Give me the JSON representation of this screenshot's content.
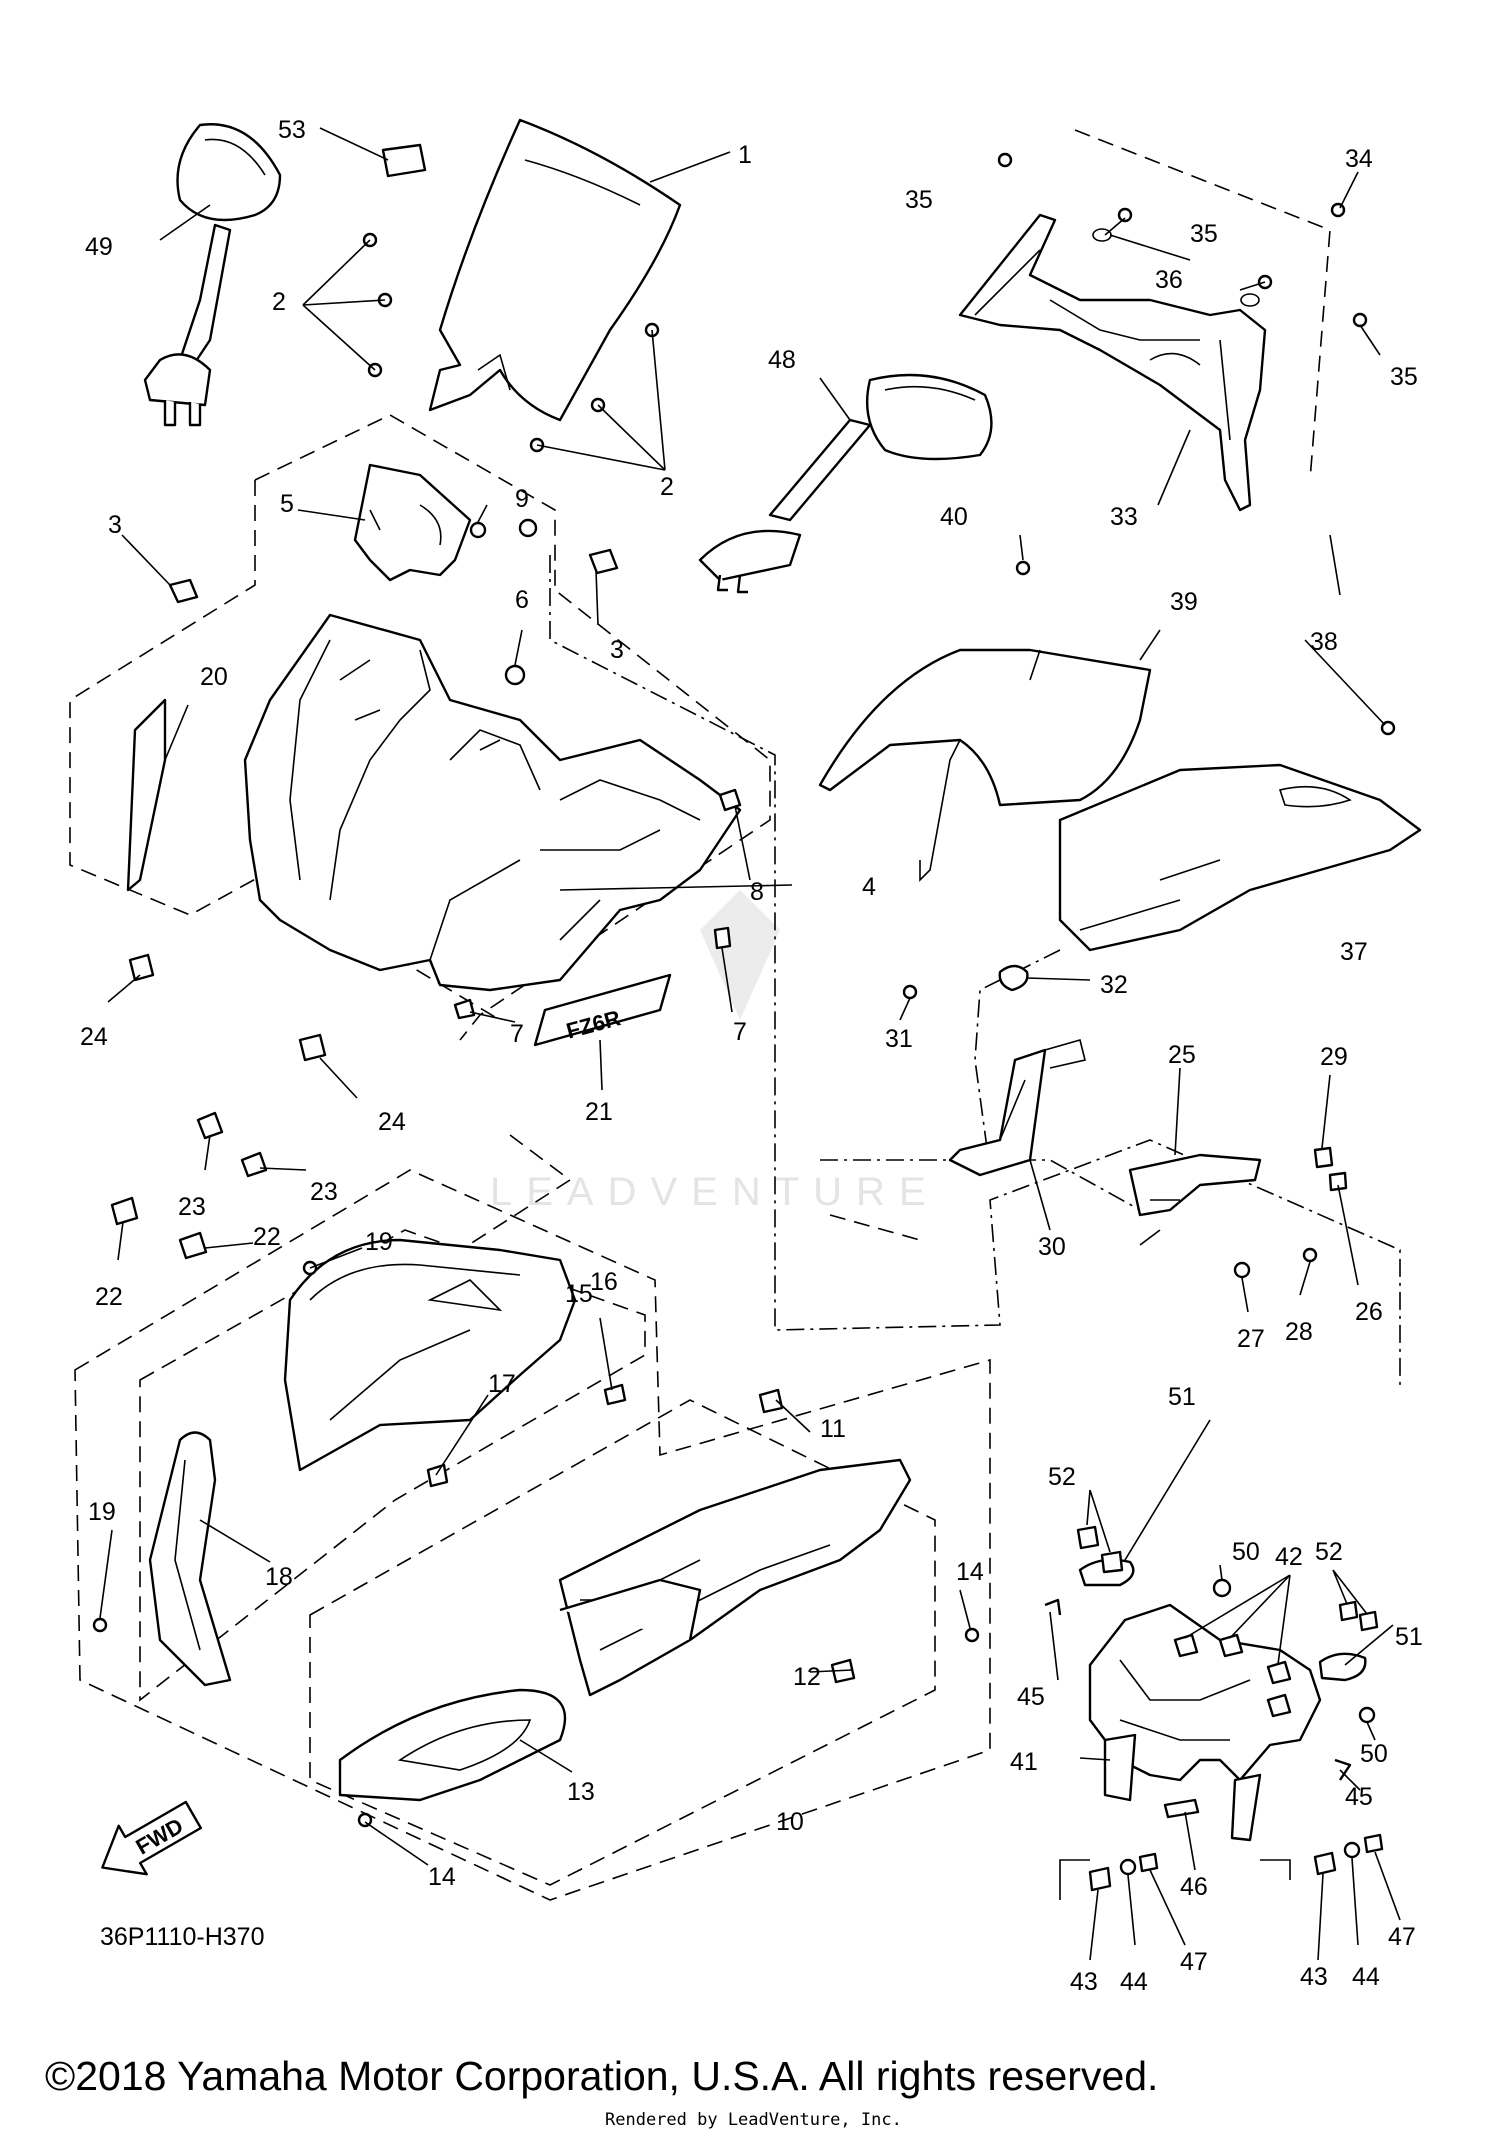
{
  "diagram": {
    "callouts": [
      "1",
      "2",
      "3",
      "4",
      "5",
      "6",
      "7",
      "8",
      "9",
      "10",
      "11",
      "12",
      "13",
      "14",
      "15",
      "16",
      "17",
      "18",
      "19",
      "20",
      "21",
      "22",
      "23",
      "24",
      "25",
      "26",
      "27",
      "28",
      "29",
      "30",
      "31",
      "32",
      "33",
      "34",
      "35",
      "36",
      "37",
      "38",
      "39",
      "40",
      "41",
      "42",
      "43",
      "44",
      "45",
      "46",
      "47",
      "48",
      "49",
      "50",
      "51",
      "52",
      "53"
    ],
    "decal_text": "FZ6R",
    "forward_arrow_text": "FWD",
    "diagram_code": "36P1110-H370",
    "watermark": "LEADVENTURE",
    "copyright": "©2018 Yamaha Motor Corporation, U.S.A. All rights reserved.",
    "rendered_by": "Rendered by LeadVenture, Inc."
  }
}
